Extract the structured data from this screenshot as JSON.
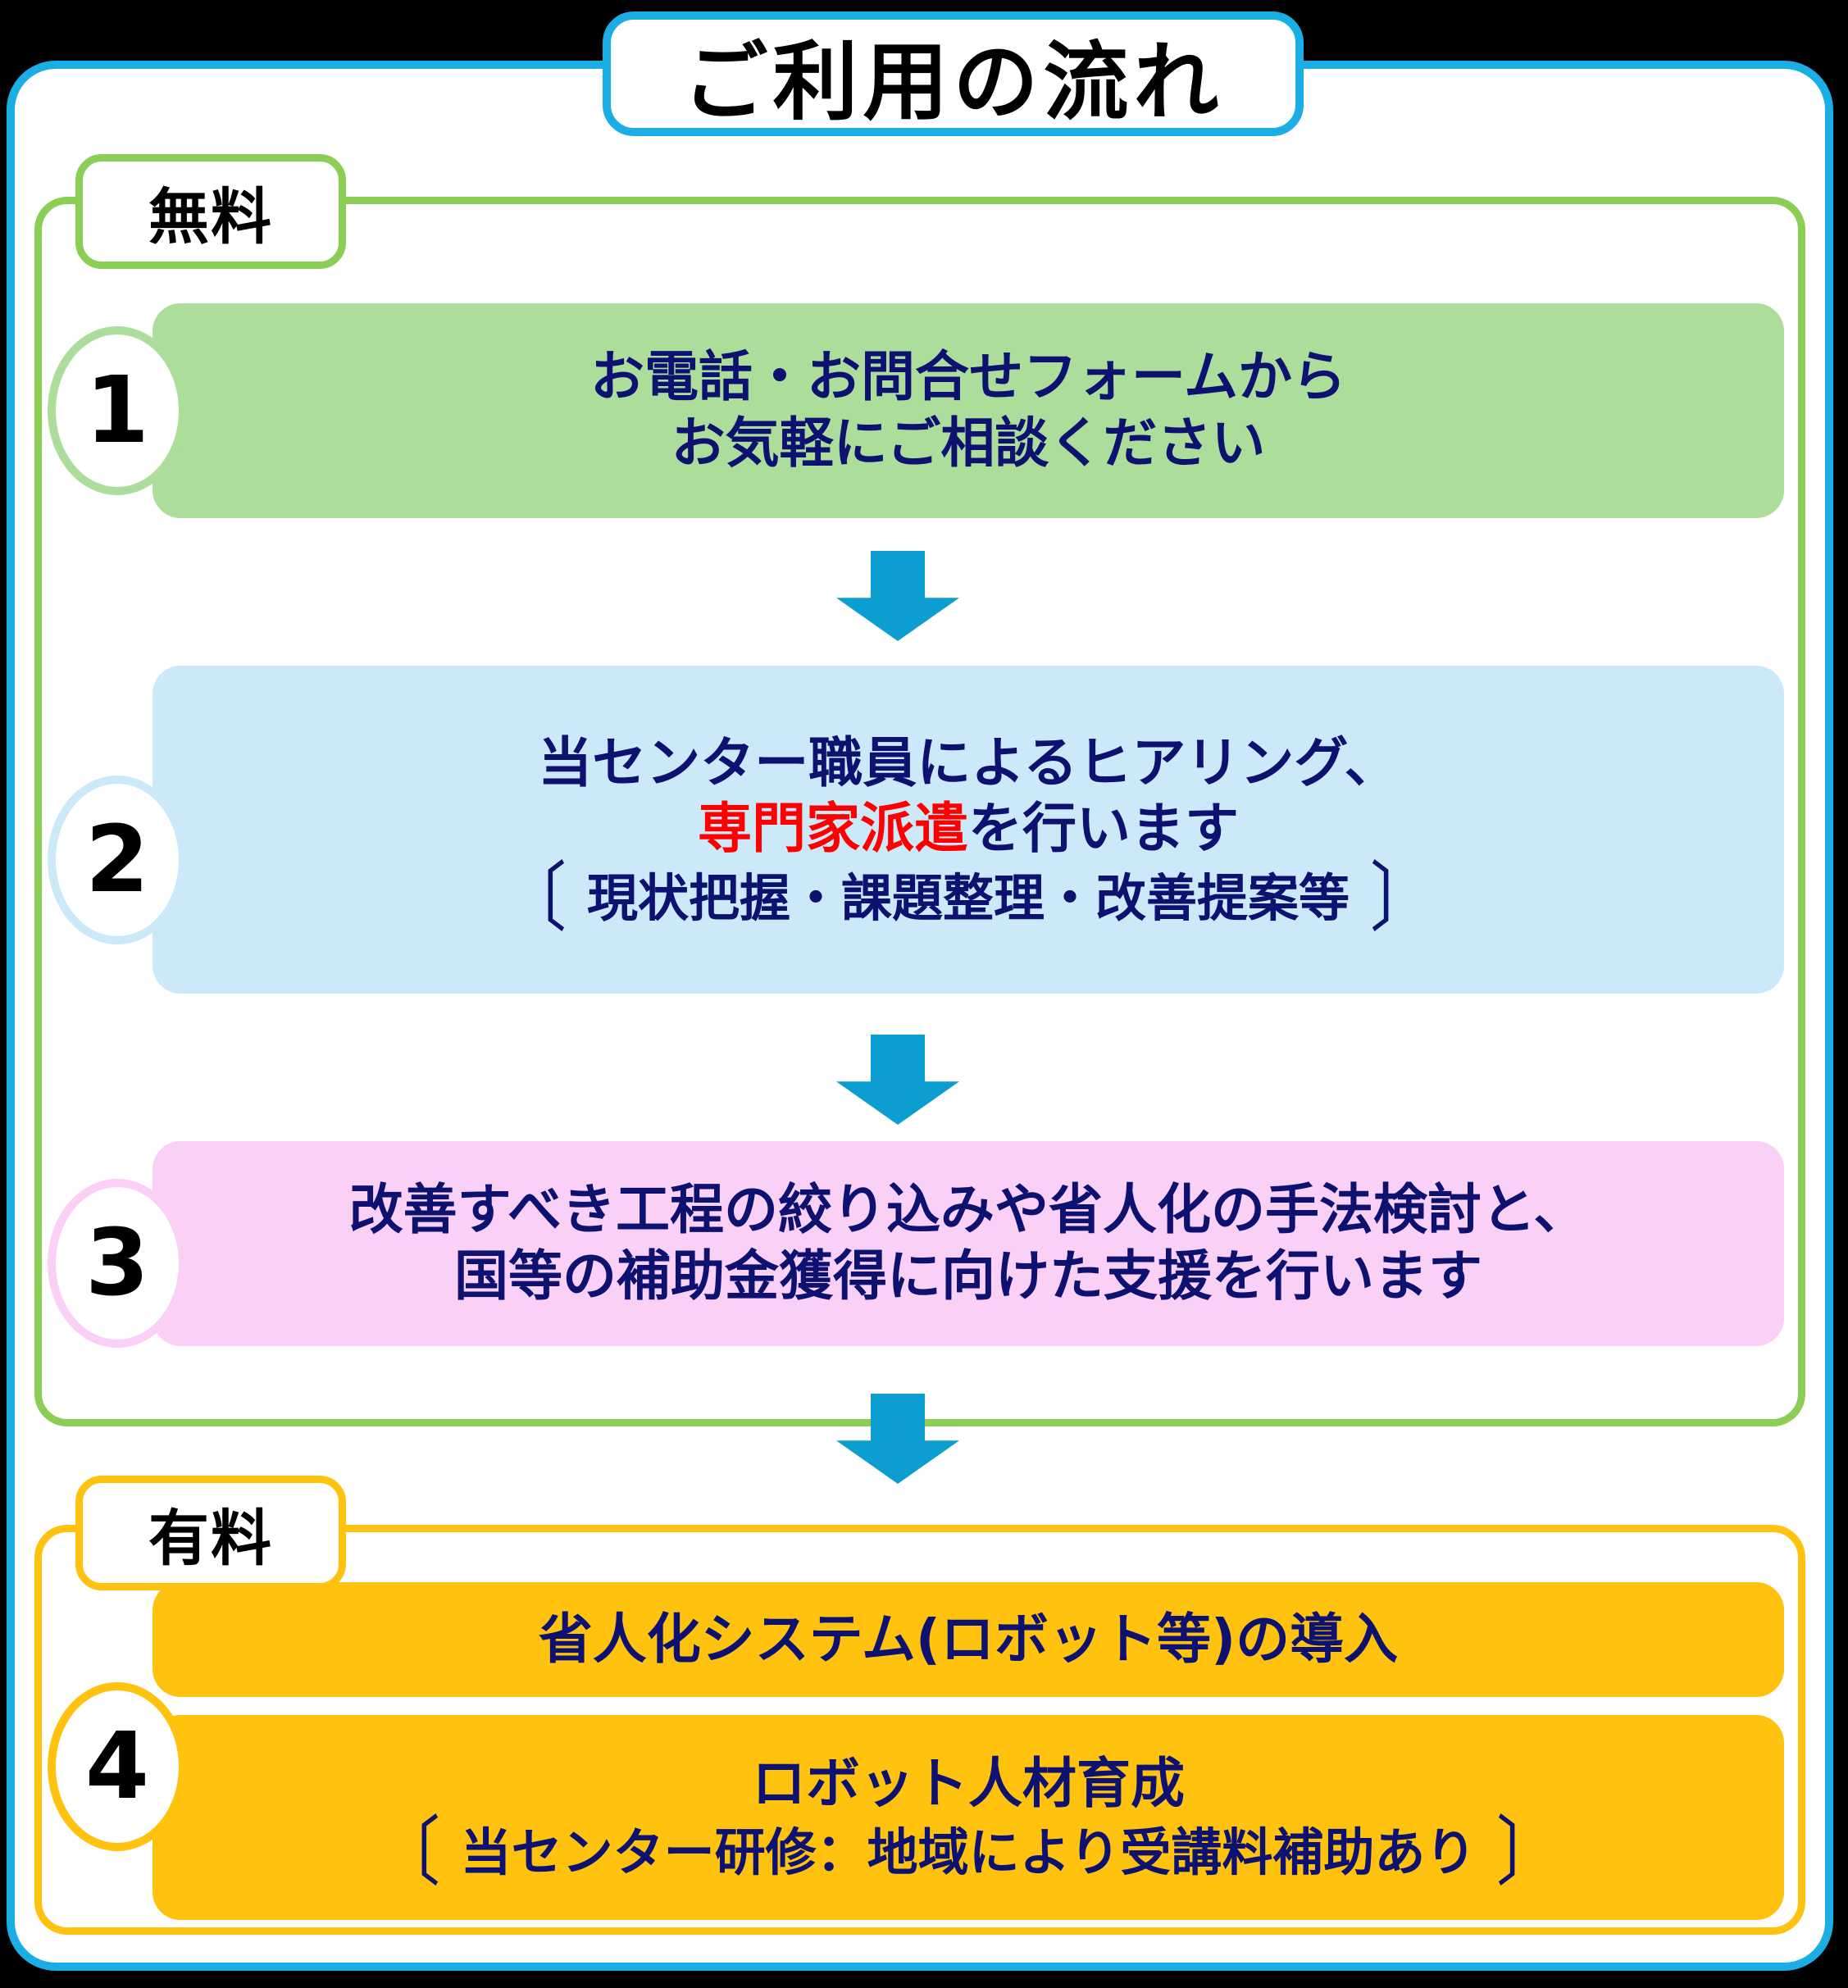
{
  "title": "ご利用の流れ",
  "colors": {
    "outer_frame": "#1BAEE5",
    "free_group": "#8BCE55",
    "paid_group": "#FFC20E",
    "arrow": "#0C9ED0",
    "text_navy": "#0D1170",
    "emphasis_red": "#FF0000",
    "step1_box": "#ADDD9B",
    "step2_box": "#CBE9F9",
    "step3_box": "#FBD0F7",
    "step4_box": "#FFC20E"
  },
  "groups": {
    "free": {
      "badge": "無料"
    },
    "paid": {
      "badge": "有料"
    }
  },
  "steps": [
    {
      "number": "1",
      "lines": [
        "お電話・お問合せフォームから",
        "お気軽にご相談ください"
      ]
    },
    {
      "number": "2",
      "lines": [
        "当センター職員によるヒアリング、"
      ],
      "emphasis_line": {
        "red": "専門家派遣",
        "rest": "を行います"
      },
      "bracket": {
        "open": "〔",
        "text": "現状把握・課題整理・改善提案等",
        "close": "〕"
      }
    },
    {
      "number": "3",
      "lines": [
        "改善すべき工程の絞り込みや省人化の手法検討と、",
        "国等の補助金獲得に向けた支援を行います"
      ]
    },
    {
      "number": "4",
      "box_top": {
        "lines": [
          "省人化システム(ロボット等)の導入"
        ]
      },
      "box_bottom": {
        "lines": [
          "ロボット人材育成"
        ],
        "bracket": {
          "open": "〔",
          "text": "当センター研修：地域により受講料補助あり",
          "close": "〕"
        }
      }
    }
  ],
  "arrows": [
    {
      "name": "arrow-step1-to-step2",
      "glyph": "▼"
    },
    {
      "name": "arrow-step2-to-step3",
      "glyph": "▼"
    },
    {
      "name": "arrow-step3-to-step4",
      "glyph": "▼"
    }
  ]
}
